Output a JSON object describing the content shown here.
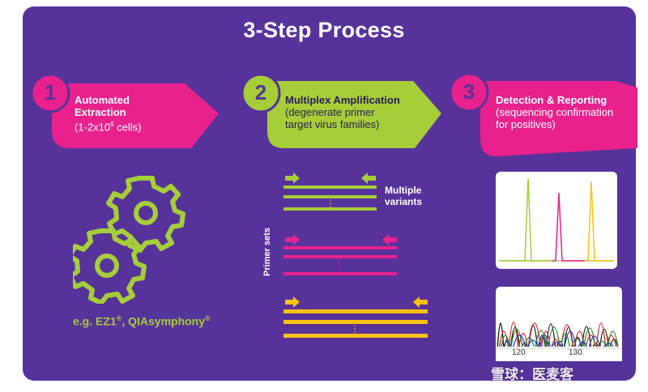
{
  "colors": {
    "background": "#56329a",
    "pink": "#e8218c",
    "green": "#a6ce39",
    "yellow": "#fdc010",
    "white": "#ffffff"
  },
  "title": "3-Step Process",
  "steps": [
    {
      "number": "1",
      "line1": "Automated",
      "line2": "Extraction",
      "line3": "(1-2x10",
      "line3_sup": "6",
      "line3_end": " cells)"
    },
    {
      "number": "2",
      "line1": "Multiplex Amplification",
      "line2": "(degenerate primer",
      "line3": "target virus families)"
    },
    {
      "number": "3",
      "line1": "Detection & Reporting",
      "line2": "(sequencing confirmation",
      "line3": "for positives)"
    }
  ],
  "extraction_example": {
    "prefix": "e.g. EZ1",
    "reg1": "®",
    "middle": ", QIAsymphony",
    "reg2": "®"
  },
  "amplification": {
    "multiple_label_line1": "Multiple",
    "multiple_label_line2": "variants",
    "primer_sets_label": "Primer sets"
  },
  "sequencing_ticks": [
    "120",
    "130"
  ],
  "icons": [
    "gear-icon",
    "gear-icon",
    "arrow-right-icon",
    "arrow-left-icon"
  ],
  "watermark": "雪球：医麦客"
}
